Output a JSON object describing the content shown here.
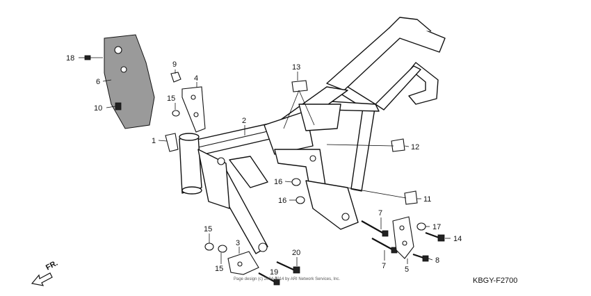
{
  "diagram_code": "KBGY-F2700",
  "copyright": "Page design (c) 2004-2014 by ARI Network Services, Inc.",
  "direction_label": "FR.",
  "callouts": {
    "c1": "1",
    "c2": "2",
    "c3": "3",
    "c4": "4",
    "c5": "5",
    "c6": "6",
    "c7a": "7",
    "c7b": "7",
    "c8": "8",
    "c9": "9",
    "c10": "10",
    "c11": "11",
    "c12": "12",
    "c13": "13",
    "c14": "14",
    "c15a": "15",
    "c15b": "15",
    "c15c": "15",
    "c16a": "16",
    "c16b": "16",
    "c17": "17",
    "c18": "18",
    "c19": "19",
    "c20": "20"
  }
}
